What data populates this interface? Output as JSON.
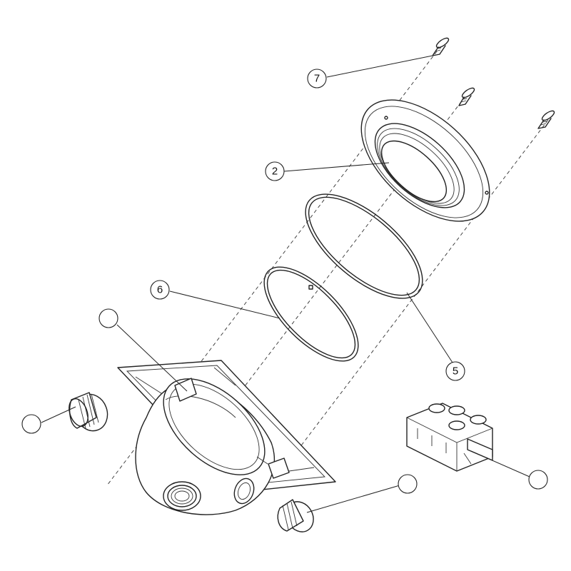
{
  "diagram": {
    "callouts": [
      {
        "id": "c7",
        "label": "7"
      },
      {
        "id": "c2",
        "label": "2"
      },
      {
        "id": "c6",
        "label": "6"
      },
      {
        "id": "c5",
        "label": "5"
      },
      {
        "id": "cA",
        "label": ""
      },
      {
        "id": "cB",
        "label": ""
      },
      {
        "id": "cC",
        "label": ""
      },
      {
        "id": "cD",
        "label": ""
      }
    ]
  }
}
